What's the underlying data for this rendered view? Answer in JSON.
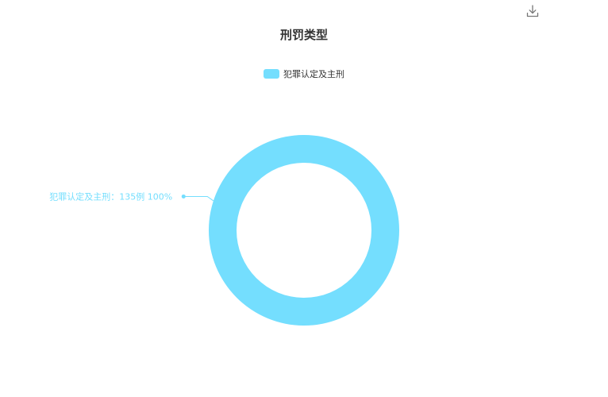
{
  "toolbar": {
    "download_icon": "download-icon"
  },
  "colors": {
    "accent": "#74DEFE",
    "title": "#333333",
    "icon": "#777777"
  },
  "chart_data": {
    "type": "pie",
    "variant": "donut",
    "title": "刑罚类型",
    "legend_position": "top",
    "series": [
      {
        "name": "犯罪认定及主刑",
        "value": 135,
        "unit": "例",
        "percent": 100,
        "label": "犯罪认定及主刑：135例  100%",
        "color": "#74DEFE"
      }
    ]
  }
}
